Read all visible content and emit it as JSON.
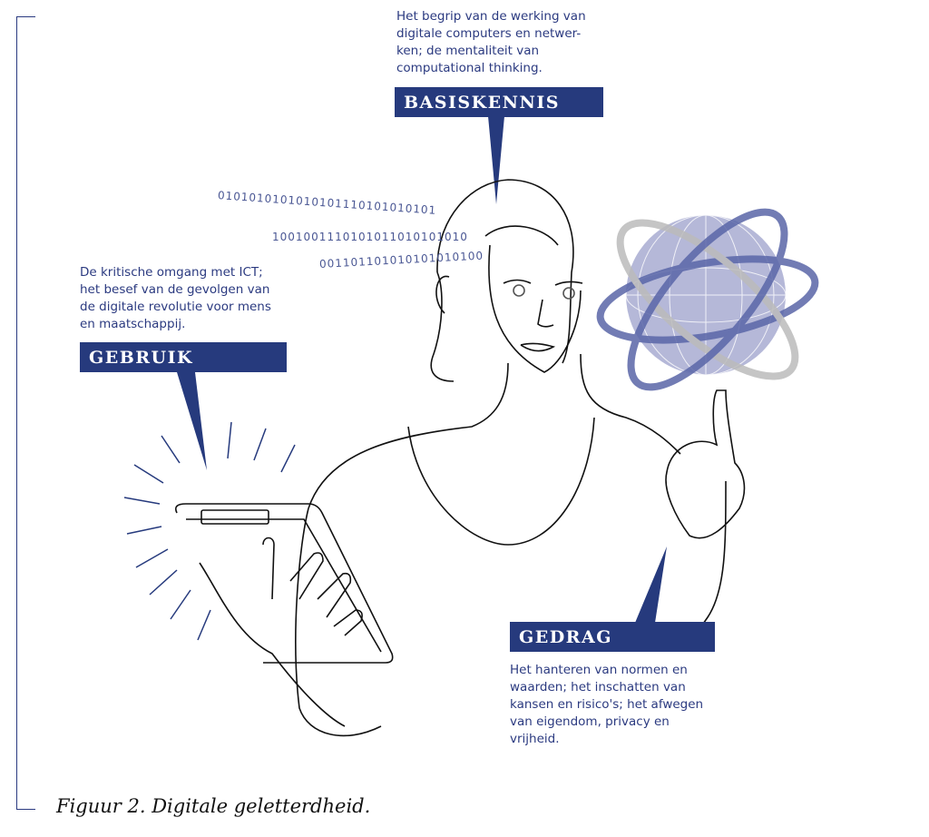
{
  "colors": {
    "accent": "#263a7d",
    "globe": "#b5b8d8"
  },
  "basiskennis": {
    "label": "BASISKENNIS",
    "description": "Het begrip van de werking van\ndigitale computers en netwer-\nken; de mentaliteit van\ncomputational thinking."
  },
  "gebruik": {
    "label": "GEBRUIK",
    "description": "De kritische omgang met ICT;\nhet besef van de gevolgen van\nde digitale revolutie voor mens\nen maatschappij."
  },
  "gedrag": {
    "label": "GEDRAG",
    "description": "Het hanteren van normen en\nwaarden; het inschatten van\nkansen en risico's; het afwegen\nvan eigendom, privacy en\nvrijheid."
  },
  "binary": [
    "0101010101010101110101010101",
    "1001001110101011010101010",
    "001101101010101010100"
  ],
  "caption": "Figuur 2. Digitale geletterdheid."
}
